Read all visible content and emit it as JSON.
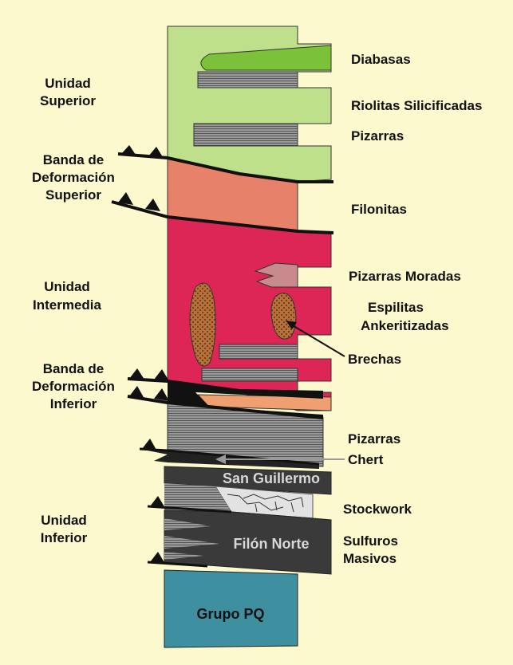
{
  "units": {
    "superior": [
      "Unidad",
      "Superior"
    ],
    "band_superior": [
      "Banda de",
      "Deformación",
      "Superior"
    ],
    "intermedia": [
      "Unidad",
      "Intermedia"
    ],
    "band_inferior": [
      "Banda de",
      "Deformación",
      "Inferior"
    ],
    "inferior": [
      "Unidad",
      "Inferior"
    ]
  },
  "lithologies": {
    "diabasas": "Diabasas",
    "riolitas": "Riolitas Silicificadas",
    "pizarras_sup": "Pizarras",
    "filonitas": "Filonitas",
    "pizarras_moradas": "Pizarras Moradas",
    "espilitas": [
      "Espilitas",
      "Ankeritizadas"
    ],
    "brechas": "Brechas",
    "pizarras_inf": "Pizarras",
    "chert": "Chert",
    "stockwork": "Stockwork",
    "sulfuros": [
      "Sulfuros",
      "Masivos"
    ]
  },
  "inner_labels": {
    "san_guillermo": "San Guillermo",
    "filon_norte": "Filón Norte",
    "grupo_pq": "Grupo PQ"
  },
  "colors": {
    "background": "#fdf9cf",
    "green_unit": "#bfe08a",
    "diabase": "#7bc13a",
    "filonitas": "#e8816a",
    "intermedia": "#dd2655",
    "pizarras_moradas": "#c98a8e",
    "breccia": "#b8703a",
    "orange_layer": "#f0a070",
    "slate": "#8f8f8f",
    "dark_slate": "#3a3a3a",
    "stockwork": "#e2e2e2",
    "grupo_pq": "#3e8fa0"
  }
}
